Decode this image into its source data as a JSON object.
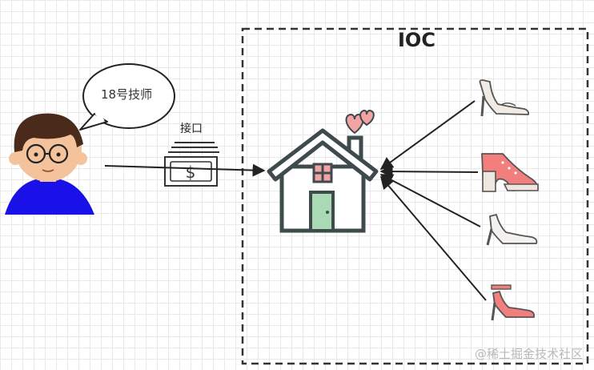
{
  "diagram": {
    "container_title": "IOC",
    "speech_bubble": "18号技师",
    "interface_label": "接口",
    "watermark": "@稀土掘金技术社区"
  },
  "icons": [
    "person-icon",
    "speech-bubble-icon",
    "money-icon",
    "house-icon",
    "hearts-icon",
    "shoe-icon-1",
    "shoe-icon-2",
    "shoe-icon-3",
    "shoe-icon-4"
  ],
  "colors": {
    "person_shirt": "#1a10e8",
    "person_hair": "#4a2a1a",
    "person_skin": "#f4c39b",
    "house_outline": "#3f4a4d",
    "house_door": "#a9d9b5",
    "heart": "#f2a3a3",
    "shoe_pink": "#f27e7e",
    "container_border": "#333333"
  }
}
